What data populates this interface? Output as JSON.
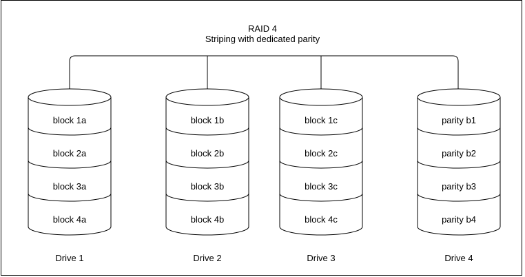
{
  "title": {
    "line1": "RAID 4",
    "line2": "Striping with dedicated parity"
  },
  "drives": [
    {
      "label": "Drive 1",
      "blocks": [
        "block 1a",
        "block 2a",
        "block 3a",
        "block 4a"
      ]
    },
    {
      "label": "Drive 2",
      "blocks": [
        "block 1b",
        "block 2b",
        "block 3b",
        "block 4b"
      ]
    },
    {
      "label": "Drive 3",
      "blocks": [
        "block 1c",
        "block 2c",
        "block 3c",
        "block 4c"
      ]
    },
    {
      "label": "Drive 4",
      "blocks": [
        "parity b1",
        "parity b2",
        "parity b3",
        "parity b4"
      ]
    }
  ],
  "colors": {
    "line": "#000000",
    "background": "#ffffff",
    "text": "#000000"
  }
}
